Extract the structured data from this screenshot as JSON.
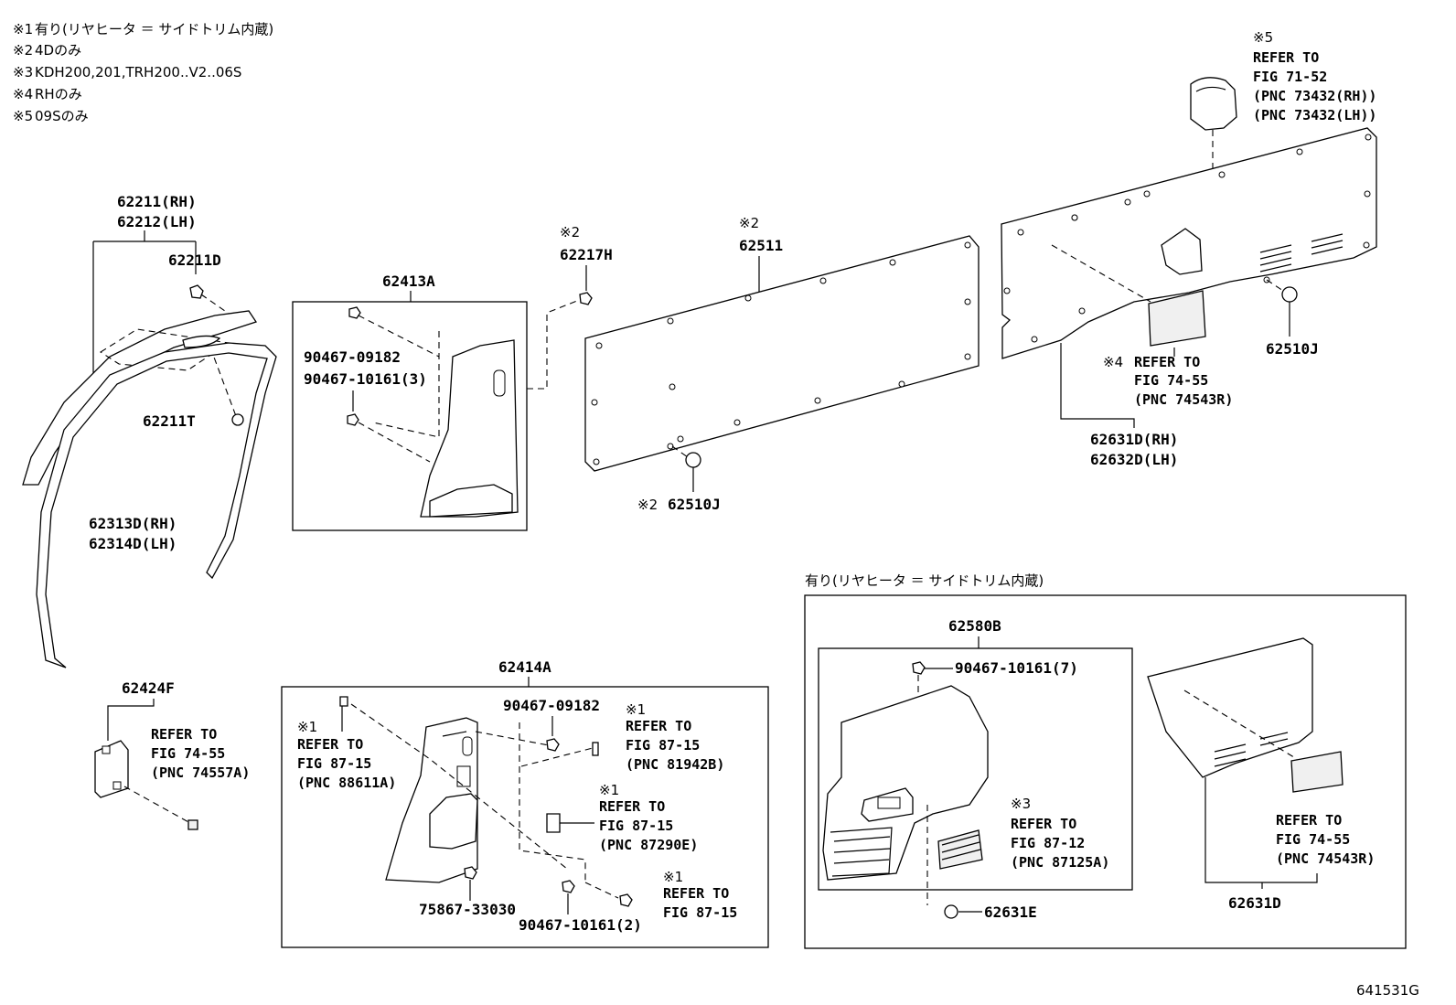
{
  "notes": [
    {
      "mark": "※1",
      "text": "有り(リヤヒータ ＝ サイドトリム内蔵)"
    },
    {
      "mark": "※2",
      "text": "4Dのみ"
    },
    {
      "mark": "※3",
      "text": "KDH200,201,TRH200..V2..06S"
    },
    {
      "mark": "※4",
      "text": "RHのみ"
    },
    {
      "mark": "※5",
      "text": "09Sのみ"
    }
  ],
  "parts": {
    "p62211": "62211(RH)",
    "p62212": "62212(LH)",
    "p62211D": "62211D",
    "p62211T": "62211T",
    "p62313D": "62313D(RH)",
    "p62314D": "62314D(LH)",
    "p62413A": "62413A",
    "p90467_09182_a": "90467-09182",
    "p90467_10161_3": "90467-10161(3)",
    "p62217H": "62217H",
    "p62511": "62511",
    "p62510J_a": "62510J",
    "p62510J_b": "62510J",
    "p62631D_rh": "62631D(RH)",
    "p62632D_lh": "62632D(LH)",
    "p62424F": "62424F",
    "p62414A": "62414A",
    "p90467_09182_b": "90467-09182",
    "p75867_33030": "75867-33030",
    "p90467_10161_2": "90467-10161(2)",
    "p62580B": "62580B",
    "p90467_10161_7": "90467-10161(7)",
    "p62631E": "62631E",
    "p62631D": "62631D"
  },
  "marks": {
    "m2_62217H": "※2",
    "m2_62511": "※2",
    "m2_62510J": "※2",
    "m5": "※5",
    "m4": "※4",
    "m1_88611": "※1",
    "m1_81942": "※1",
    "m1_87290": "※1",
    "m1_bottom": "※1",
    "m3": "※3"
  },
  "refs": {
    "r71_52": [
      "REFER TO",
      "FIG 71-52",
      "(PNC 73432(RH))",
      "(PNC 73432(LH))"
    ],
    "r74_55_a": [
      "REFER TO",
      "FIG 74-55",
      "(PNC 74543R)"
    ],
    "r74_55_b": [
      "REFER TO",
      "FIG 74-55",
      "(PNC 74557A)"
    ],
    "r87_15_a": [
      "REFER TO",
      "FIG 87-15",
      "(PNC 88611A)"
    ],
    "r87_15_b": [
      "REFER TO",
      "FIG 87-15",
      "(PNC 81942B)"
    ],
    "r87_15_c": [
      "REFER TO",
      "FIG 87-15",
      "(PNC 87290E)"
    ],
    "r87_15_d": [
      "REFER TO",
      "FIG 87-15"
    ],
    "r87_12": [
      "REFER TO",
      "FIG 87-12",
      "(PNC 87125A)"
    ],
    "r74_55_c": [
      "REFER TO",
      "FIG 74-55",
      "(PNC 74543R)"
    ]
  },
  "rear_heater_caption": "有り(リヤヒータ ＝ サイドトリム内蔵)",
  "figure_id": "641531G"
}
